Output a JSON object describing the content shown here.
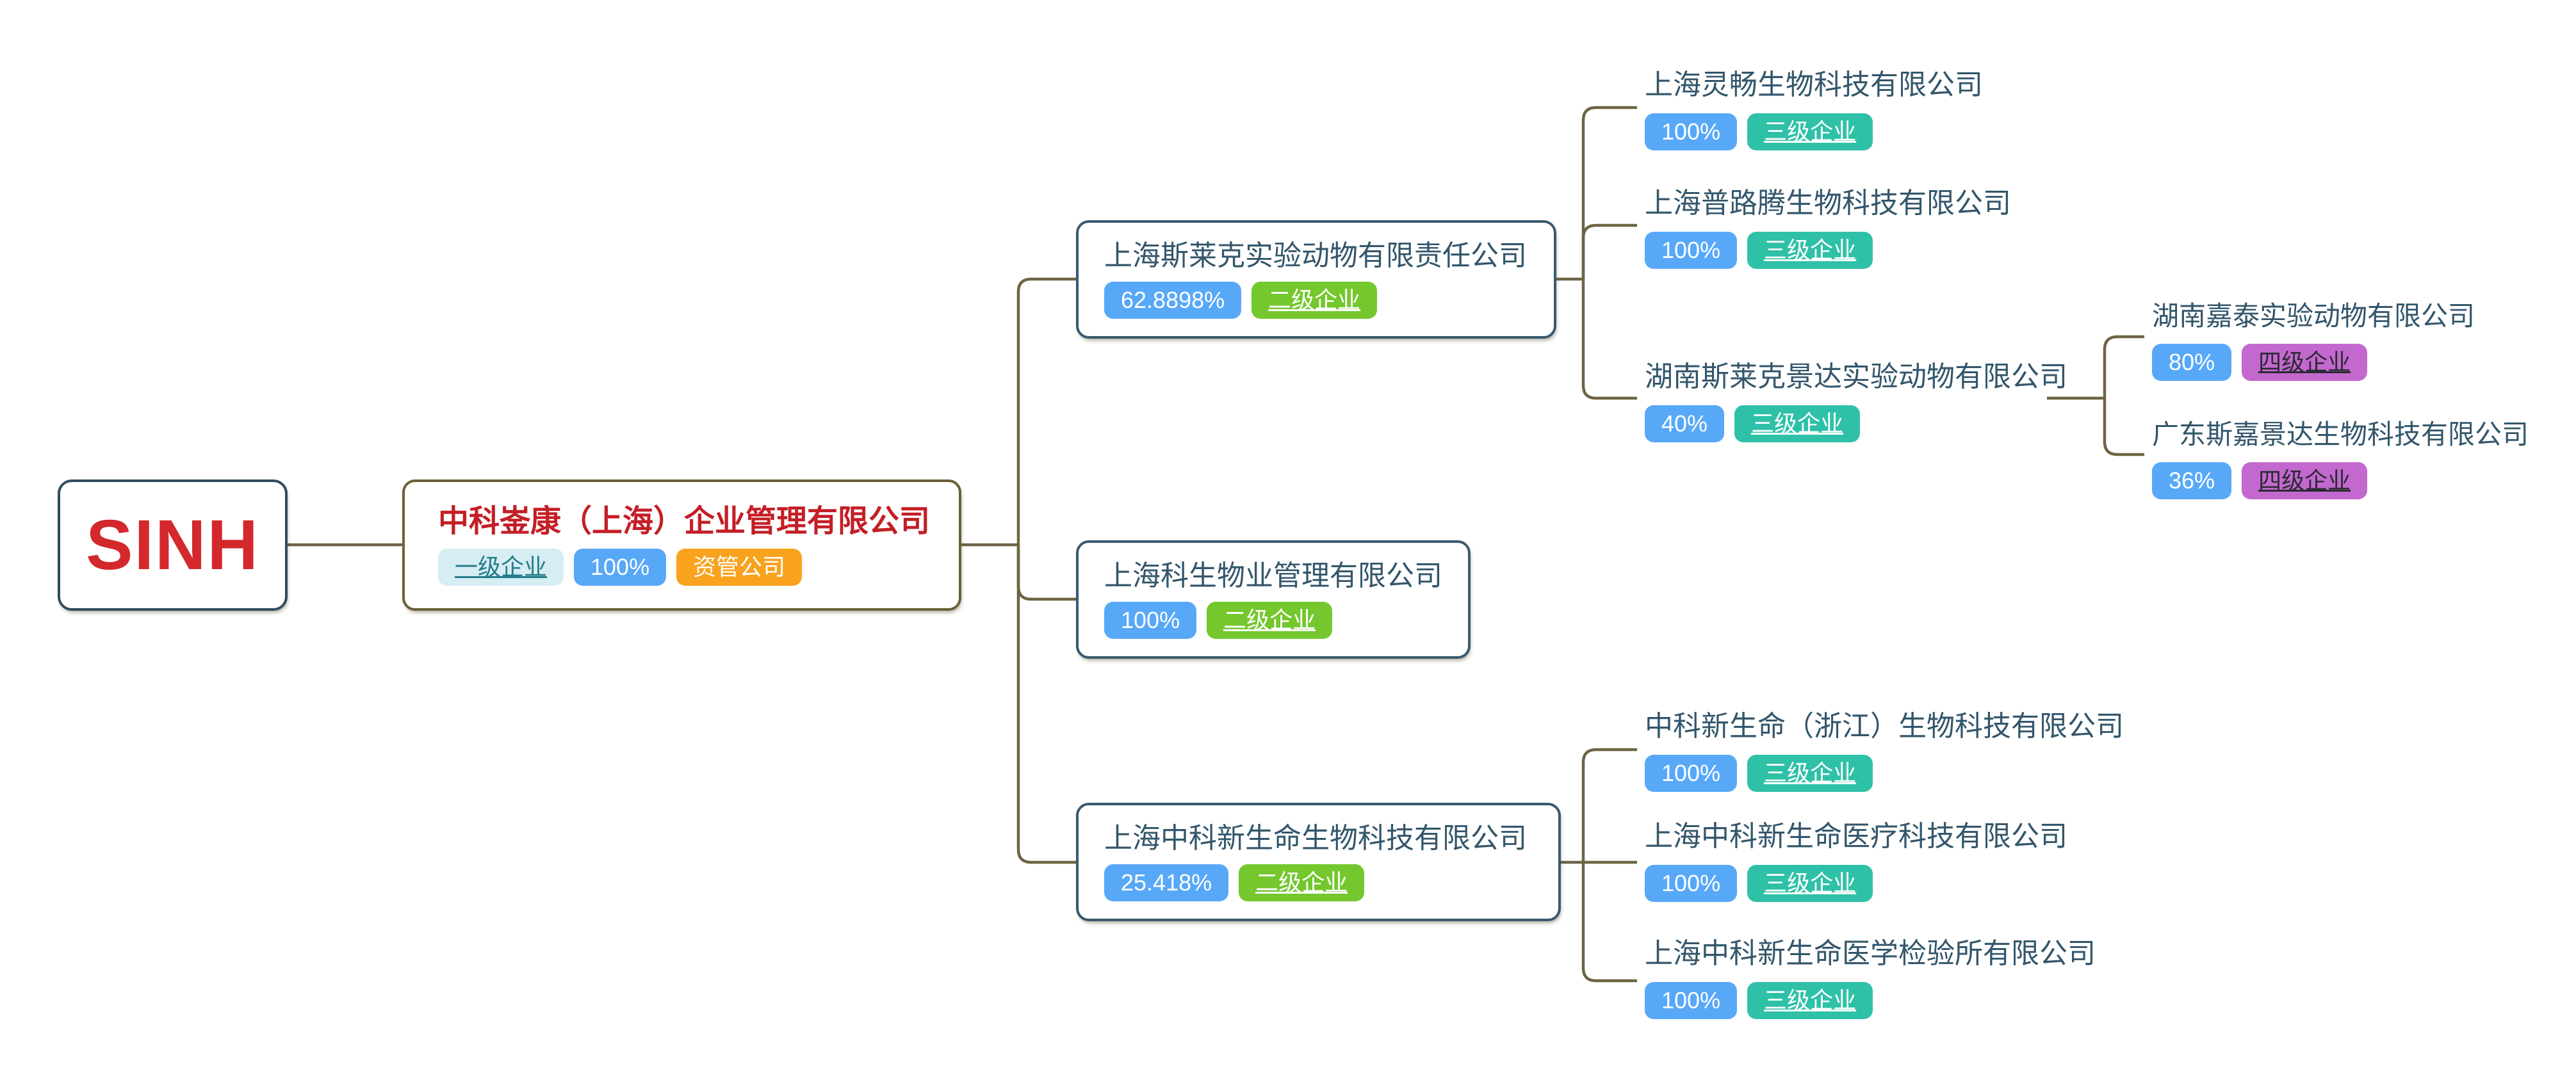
{
  "diagram": {
    "type": "org-equity-mindmap",
    "root": {
      "label": "SINH"
    },
    "nodes": {
      "l1": {
        "name": "中科崟康（上海）企业管理有限公司",
        "level_badge": "一级企业",
        "ownership": "100%",
        "type_badge": "资管公司"
      },
      "l2a": {
        "name": "上海斯莱克实验动物有限责任公司",
        "ownership": "62.8898%",
        "level_badge": "二级企业"
      },
      "l2b": {
        "name": "上海科生物业管理有限公司",
        "ownership": "100%",
        "level_badge": "二级企业"
      },
      "l2c": {
        "name": "上海中科新生命生物科技有限公司",
        "ownership": "25.418%",
        "level_badge": "二级企业"
      },
      "l3a1": {
        "name": "上海灵畅生物科技有限公司",
        "ownership": "100%",
        "level_badge": "三级企业"
      },
      "l3a2": {
        "name": "上海普路腾生物科技有限公司",
        "ownership": "100%",
        "level_badge": "三级企业"
      },
      "l3a3": {
        "name": "湖南斯莱克景达实验动物有限公司",
        "ownership": "40%",
        "level_badge": "三级企业"
      },
      "l3c1": {
        "name": "中科新生命（浙江）生物科技有限公司",
        "ownership": "100%",
        "level_badge": "三级企业"
      },
      "l3c2": {
        "name": "上海中科新生命医疗科技有限公司",
        "ownership": "100%",
        "level_badge": "三级企业"
      },
      "l3c3": {
        "name": "上海中科新生命医学检验所有限公司",
        "ownership": "100%",
        "level_badge": "三级企业"
      },
      "l4a": {
        "name": "湖南嘉泰实验动物有限公司",
        "ownership": "80%",
        "level_badge": "四级企业"
      },
      "l4b": {
        "name": "广东斯嘉景达生物科技有限公司",
        "ownership": "36%",
        "level_badge": "四级企业"
      }
    },
    "colors": {
      "connector_line": "#6e6444",
      "root_text": "#d3282c",
      "l1_title_text": "#c41e26",
      "node_text": "#33566b",
      "root_border": "#2e4d5d",
      "l1_border": "#6a6038",
      "l2_border": "#395a6e",
      "badge_blue": "#58a8f8",
      "badge_green": "#74c72d",
      "badge_teal": "#2fc1a7",
      "badge_purple": "#c368cf",
      "badge_pale_cyan": "#d5edf3",
      "badge_pale_cyan_text": "#257c89",
      "badge_orange": "#f9a21d"
    }
  }
}
